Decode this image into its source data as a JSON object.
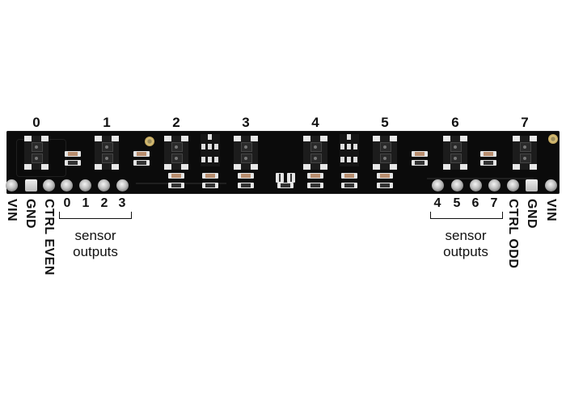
{
  "sensors": {
    "numbers": [
      "0",
      "1",
      "2",
      "3",
      "4",
      "5",
      "6",
      "7"
    ]
  },
  "left_pins": {
    "labels": [
      "VIN",
      "GND",
      "CTRL EVEN"
    ],
    "sensor_outputs": [
      "0",
      "1",
      "2",
      "3"
    ],
    "caption_line1": "sensor",
    "caption_line2": "outputs"
  },
  "right_pins": {
    "sensor_outputs": [
      "4",
      "5",
      "6",
      "7"
    ],
    "labels": [
      "CTRL ODD",
      "GND",
      "VIN"
    ],
    "caption_line1": "sensor",
    "caption_line2": "outputs"
  },
  "colors": {
    "pcb": "#0b0b0b",
    "pad": "#e8e8e8",
    "mounting_hole": "#d9c27a",
    "resistor_body": "#b88d6e",
    "text": "#111111"
  }
}
